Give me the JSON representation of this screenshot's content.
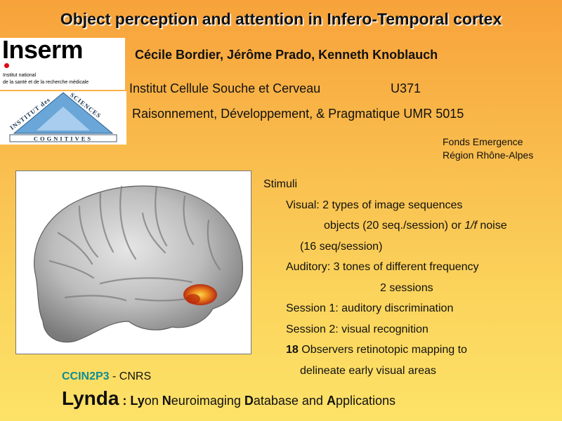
{
  "header": {
    "title": "Object perception and attention in Infero-Temporal cortex",
    "authors": "Cécile Bordier, Jérôme Prado, Kenneth Knoblauch",
    "institute1": "Institut Cellule Souche et Cerveau",
    "institute1_unit": "U371",
    "institute2": "Raisonnement, Développement, & Pragmatique  UMR 5015"
  },
  "logos": {
    "inserm_word": "Inserm",
    "inserm_line1": "Institut national",
    "inserm_line2": "de la santé et de la recherche médicale",
    "isc_top": "INSTITUT des SCIENCES",
    "isc_bottom": "COGNITIVES"
  },
  "funding": {
    "line1": "Fonds Emergence",
    "line2": "Région Rhône-Alpes"
  },
  "stimuli": {
    "heading": "Stimuli",
    "visual": "Visual:  2 types of image sequences",
    "visual_detail_a": "objects (20 seq./session) or ",
    "visual_detail_italic": "1/f",
    "visual_detail_b": " noise",
    "visual_detail2": "(16 seq/session)",
    "auditory": "Auditory:  3 tones of different frequency",
    "auditory_detail": "2 sessions",
    "session1": "Session 1:  auditory discrimination",
    "session2": "Session 2:  visual recognition",
    "observers_num": "18",
    "observers": " Observers retinotopic mapping to",
    "observers2": "delineate early visual areas"
  },
  "footer": {
    "ccin_a": "CCIN2P3",
    "ccin_b": " - CNRS",
    "lynda_name": "Lynda",
    "lynda_sep": " : ",
    "parts": [
      {
        "b": "Ly",
        "t": "on "
      },
      {
        "b": "N",
        "t": "euroimaging "
      },
      {
        "b": "D",
        "t": "atabase and "
      },
      {
        "b": "A",
        "t": "pplications"
      }
    ]
  },
  "colors": {
    "ccin_accent": "#0c8d95",
    "inserm_dot": "#e20613",
    "isc_triangle": "#6aa6d8"
  }
}
